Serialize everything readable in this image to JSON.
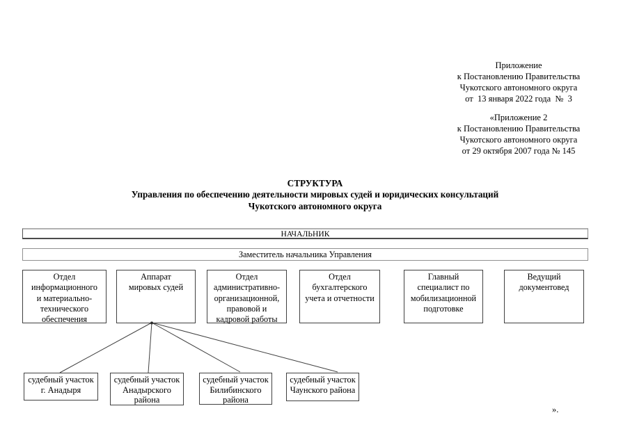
{
  "annotation": {
    "block1": [
      "Приложение",
      "к Постановлению Правительства",
      "Чукотского автономного округа",
      "от  13 января 2022 года  №  3"
    ],
    "block2": [
      "«Приложение 2",
      "к Постановлению Правительства",
      "Чукотского автономного округа",
      "от 29 октября 2007 года № 145"
    ]
  },
  "title": [
    "СТРУКТУРА",
    "Управления по обеспечению деятельности мировых судей и юридических консультаций",
    "Чукотского автономного округа"
  ],
  "org_chart": {
    "head": "НАЧАЛЬНИК",
    "deputy": "Заместитель начальника Управления",
    "departments": [
      {
        "lines": [
          "Отдел",
          "информационного",
          "и материально-",
          "технического",
          "обеспечения"
        ]
      },
      {
        "lines": [
          "Аппарат",
          "мировых судей"
        ]
      },
      {
        "lines": [
          "Отдел",
          "административно-",
          "организационной,",
          "правовой и",
          "кадровой работы"
        ]
      },
      {
        "lines": [
          "Отдел",
          "бухгалтерского",
          "учета и отчетности"
        ]
      },
      {
        "lines": [
          "Главный",
          "специалист по",
          "мобилизационной",
          "подготовке"
        ]
      },
      {
        "lines": [
          "Ведущий",
          "документовед"
        ]
      }
    ],
    "court_sections": [
      {
        "lines": [
          "судебный участок",
          "г. Анадыря"
        ]
      },
      {
        "lines": [
          "судебный участок",
          "Анадырского",
          "района"
        ]
      },
      {
        "lines": [
          "судебный участок",
          "Билибинского",
          "района"
        ]
      },
      {
        "lines": [
          "судебный участок",
          "Чаунского района"
        ]
      }
    ]
  },
  "closing_mark": "».",
  "colors": {
    "background": "#ffffff",
    "text": "#000000",
    "box_border": "#404040",
    "head_box_border_top": "#b0b0b0",
    "head_box_border_bottom": "#4a4a4a",
    "deputy_box_border": "#909090"
  }
}
